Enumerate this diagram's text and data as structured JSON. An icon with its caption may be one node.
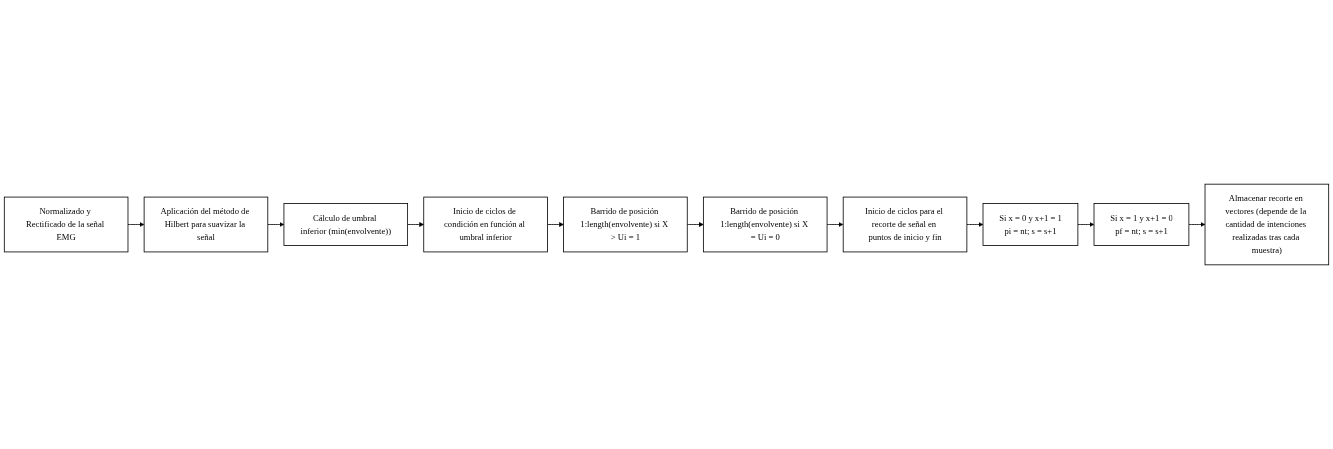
{
  "diagram": {
    "nodes": [
      {
        "text": [
          "Normalizado y Rectificado de la señal EMG"
        ]
      },
      {
        "text": [
          "Aplicación del método de Hilbert para suavizar la señal"
        ]
      },
      {
        "text": [
          "Cálculo de umbral inferior (min(envolvente))"
        ]
      },
      {
        "text": [
          "Inicio de ciclos de condición en función al umbral inferior"
        ]
      },
      {
        "text": [
          "Barrido de posición 1:length(envolvente) si X > Ui = 1"
        ]
      },
      {
        "text": [
          "Barrido de posición 1:length(envolvente) si X = Ui = 0"
        ]
      },
      {
        "text": [
          "Inicio de ciclos para el recorte de señal en puntos de inicio y fin"
        ]
      },
      {
        "text": [
          "Si x = 0 y x+1 = 1",
          "pi = nt; s = s+1"
        ]
      },
      {
        "text": [
          "Si x = 1 y x+1 = 0",
          "pf = nt; s = s+1"
        ]
      },
      {
        "text": [
          "Almacenar recorte en vectores (depende de la cantidad de intenciones realizadas tras cada muestra)"
        ]
      }
    ],
    "edges": [
      {
        "from": 0,
        "to": 1,
        "arrow": "to"
      },
      {
        "from": 1,
        "to": 2,
        "arrow": "to"
      },
      {
        "from": 2,
        "to": 3,
        "arrow": "to"
      },
      {
        "from": 3,
        "to": 4,
        "arrow": "to"
      },
      {
        "from": 4,
        "to": 5,
        "arrow": "to"
      },
      {
        "from": 5,
        "to": 6,
        "arrow": "to"
      },
      {
        "from": 6,
        "to": 7,
        "arrow": "to"
      },
      {
        "from": 7,
        "to": 8,
        "arrow": "to"
      },
      {
        "from": 8,
        "to": 9,
        "arrow": "to"
      }
    ]
  }
}
